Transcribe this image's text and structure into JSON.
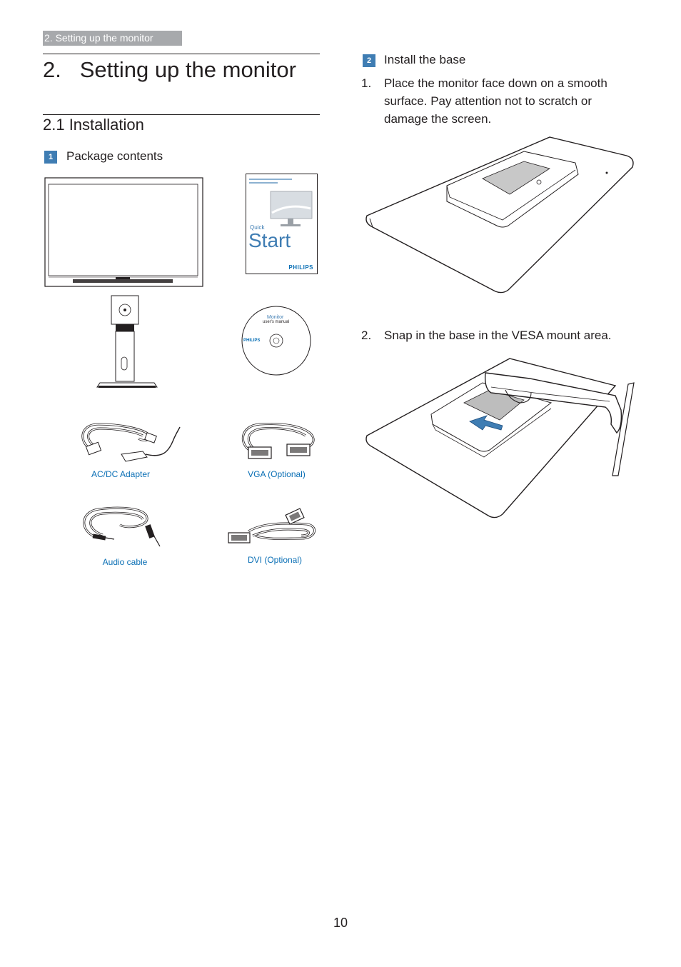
{
  "header": {
    "tab_label": "2. Setting up the monitor"
  },
  "chapter": {
    "title": "2.   Setting up the monitor"
  },
  "section": {
    "title": "2.1  Installation"
  },
  "package": {
    "badge": "1",
    "title": "Package contents",
    "items": {
      "adapter": "AC/DC Adapter",
      "vga": "VGA (Optional)",
      "audio": "Audio cable",
      "dvi": "DVI (Optional)"
    },
    "quick_start": {
      "quick": "Quick",
      "start": "Start",
      "brand": "PHILIPS"
    },
    "cd": {
      "line1": "Monitor",
      "line2": "user's manual",
      "brand": "PHILIPS"
    }
  },
  "install": {
    "badge": "2",
    "title": "Install the base",
    "steps": [
      {
        "num": "1.",
        "text": "Place the monitor face down on a smooth surface. Pay attention not to scratch or damage the screen."
      },
      {
        "num": "2.",
        "text": "Snap in the base in the VESA mount area."
      }
    ]
  },
  "page_number": "10",
  "colors": {
    "accent": "#3f7db3",
    "caption": "#0a6fb5",
    "header_tab": "#a7a9ac"
  }
}
